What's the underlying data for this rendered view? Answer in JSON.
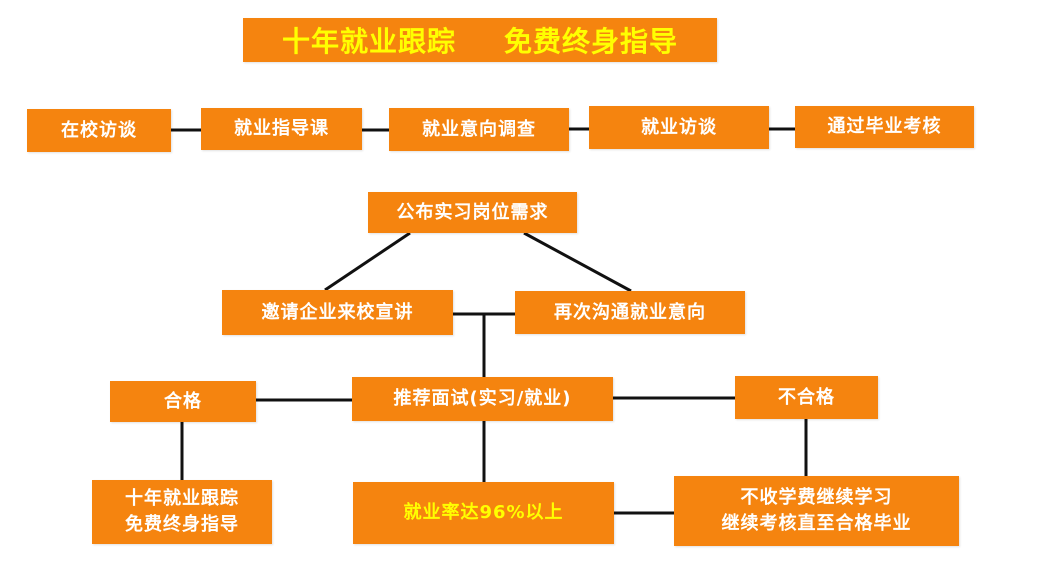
{
  "title": {
    "part1": "十年就业跟踪",
    "part2": "免费终身指导"
  },
  "steps": [
    "在校访谈",
    "就业指导课",
    "就业意向调查",
    "就业访谈",
    "通过毕业考核"
  ],
  "tree": {
    "publish": "公布实习岗位需求",
    "invite": "邀请企业来校宣讲",
    "communicate": "再次沟通就业意向",
    "interview": "推荐面试(实习/就业)",
    "pass": "合格",
    "fail": "不合格",
    "tracking_line1": "十年就业跟踪",
    "tracking_line2": "免费终身指导",
    "rate": "就业率达96%以上",
    "retry_line1": "不收学费继续学习",
    "retry_line2": "继续考核直至合格毕业"
  },
  "colors": {
    "box": "#f5840f",
    "text": "#ffffff",
    "highlight": "#ffff00",
    "line": "#111111"
  }
}
